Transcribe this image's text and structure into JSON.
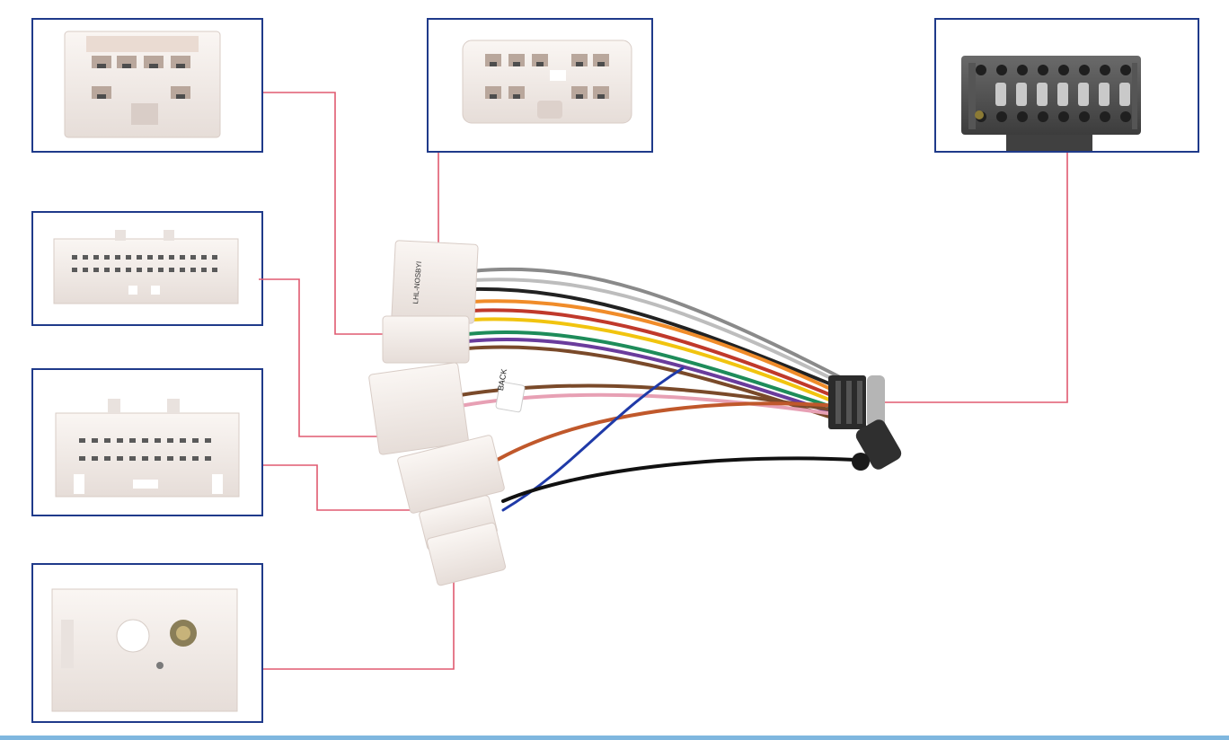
{
  "connector_panels": [
    {
      "id": "tl",
      "description": "connector-top-left"
    },
    {
      "id": "tm",
      "description": "connector-top-middle"
    },
    {
      "id": "tr",
      "description": "connector-top-right"
    },
    {
      "id": "ml",
      "description": "connector-mid-left"
    },
    {
      "id": "ll",
      "description": "connector-lower-left"
    },
    {
      "id": "bl",
      "description": "connector-bottom-left"
    }
  ],
  "cable_labels": {
    "tag_back": "BACK",
    "tag_small": "LHL-NOSBYI"
  },
  "colors": {
    "panel_border": "#1f3a8a",
    "leader_line": "#e05a70",
    "connector_body": "#f2ebe7",
    "bottom_rule": "#7fb7df"
  }
}
